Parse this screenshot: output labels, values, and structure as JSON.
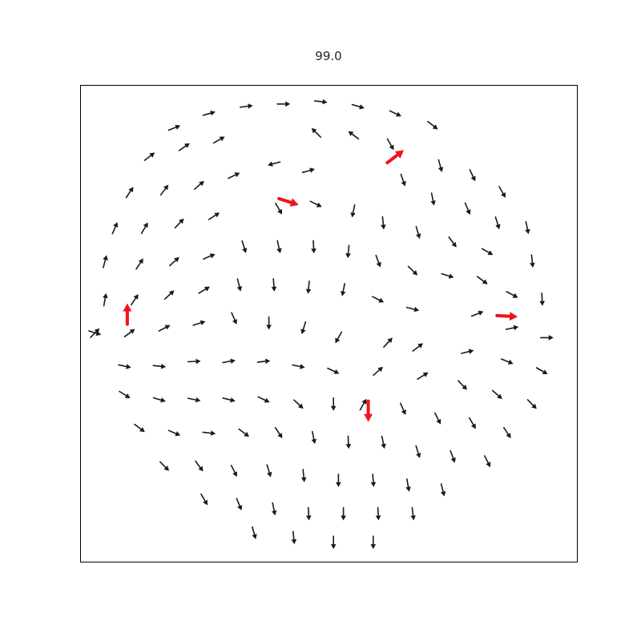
{
  "chart_data": {
    "type": "scatter",
    "subtype": "quiver",
    "title": "99.0",
    "xlabel": "",
    "ylabel": "",
    "xlim": [
      -1.0,
      1.0
    ],
    "ylim": [
      -1.0,
      1.0
    ],
    "axis_ticks": "hidden",
    "grid": false,
    "legend": "none",
    "colors": {
      "field": "#1a1a1a",
      "highlight": "#f0141e",
      "frame": "#000000",
      "title": "#262626"
    },
    "series": [
      {
        "name": "",
        "color": "#1a1a1a",
        "points": [
          {
            "x": -0.62,
            "y": 0.82,
            "u": 0.93,
            "v": 0.37
          },
          {
            "x": -0.48,
            "y": 0.88,
            "u": 0.96,
            "v": 0.27
          },
          {
            "x": -0.33,
            "y": 0.91,
            "u": 0.99,
            "v": 0.13
          },
          {
            "x": -0.18,
            "y": 0.92,
            "u": 1.0,
            "v": 0.0
          },
          {
            "x": -0.03,
            "y": 0.93,
            "u": 0.99,
            "v": -0.12
          },
          {
            "x": 0.12,
            "y": 0.91,
            "u": 0.96,
            "v": -0.28
          },
          {
            "x": 0.27,
            "y": 0.88,
            "u": 0.9,
            "v": -0.43
          },
          {
            "x": 0.42,
            "y": 0.83,
            "u": 0.78,
            "v": -0.62
          },
          {
            "x": -0.72,
            "y": 0.7,
            "u": 0.8,
            "v": 0.6
          },
          {
            "x": -0.58,
            "y": 0.74,
            "u": 0.82,
            "v": 0.57
          },
          {
            "x": -0.44,
            "y": 0.77,
            "u": 0.87,
            "v": 0.49
          },
          {
            "x": -0.05,
            "y": 0.8,
            "u": -0.71,
            "v": 0.71
          },
          {
            "x": 0.1,
            "y": 0.79,
            "u": -0.8,
            "v": 0.6
          },
          {
            "x": 0.25,
            "y": 0.75,
            "u": 0.5,
            "v": -0.87
          },
          {
            "x": 0.45,
            "y": 0.66,
            "u": 0.26,
            "v": -0.97
          },
          {
            "x": 0.58,
            "y": 0.62,
            "u": 0.42,
            "v": -0.91
          },
          {
            "x": 0.7,
            "y": 0.55,
            "u": 0.5,
            "v": -0.87
          },
          {
            "x": -0.8,
            "y": 0.55,
            "u": 0.55,
            "v": 0.83
          },
          {
            "x": -0.66,
            "y": 0.56,
            "u": 0.6,
            "v": 0.8
          },
          {
            "x": -0.52,
            "y": 0.58,
            "u": 0.75,
            "v": 0.66
          },
          {
            "x": -0.38,
            "y": 0.62,
            "u": 0.9,
            "v": 0.43
          },
          {
            "x": -0.22,
            "y": 0.67,
            "u": -0.97,
            "v": -0.26
          },
          {
            "x": -0.08,
            "y": 0.64,
            "u": 0.96,
            "v": 0.27
          },
          {
            "x": 0.3,
            "y": 0.6,
            "u": 0.34,
            "v": -0.94
          },
          {
            "x": 0.42,
            "y": 0.52,
            "u": 0.2,
            "v": -0.98
          },
          {
            "x": 0.56,
            "y": 0.48,
            "u": 0.38,
            "v": -0.92
          },
          {
            "x": 0.68,
            "y": 0.42,
            "u": 0.3,
            "v": -0.95
          },
          {
            "x": 0.8,
            "y": 0.4,
            "u": 0.2,
            "v": -0.98
          },
          {
            "x": -0.86,
            "y": 0.4,
            "u": 0.4,
            "v": 0.92
          },
          {
            "x": -0.74,
            "y": 0.4,
            "u": 0.5,
            "v": 0.87
          },
          {
            "x": -0.6,
            "y": 0.42,
            "u": 0.69,
            "v": 0.72
          },
          {
            "x": -0.46,
            "y": 0.45,
            "u": 0.85,
            "v": 0.53
          },
          {
            "x": -0.2,
            "y": 0.48,
            "u": 0.5,
            "v": -0.87
          },
          {
            "x": -0.05,
            "y": 0.5,
            "u": 0.9,
            "v": -0.44
          },
          {
            "x": 0.1,
            "y": 0.47,
            "u": -0.2,
            "v": -0.98
          },
          {
            "x": 0.22,
            "y": 0.42,
            "u": 0.1,
            "v": -1.0
          },
          {
            "x": 0.36,
            "y": 0.38,
            "u": 0.28,
            "v": -0.96
          },
          {
            "x": 0.5,
            "y": 0.34,
            "u": 0.6,
            "v": -0.8
          },
          {
            "x": 0.64,
            "y": 0.3,
            "u": 0.87,
            "v": -0.5
          },
          {
            "x": 0.82,
            "y": 0.26,
            "u": 0.1,
            "v": -0.99
          },
          {
            "x": -0.9,
            "y": 0.26,
            "u": 0.26,
            "v": 0.97
          },
          {
            "x": -0.76,
            "y": 0.25,
            "u": 0.55,
            "v": 0.83
          },
          {
            "x": -0.62,
            "y": 0.26,
            "u": 0.74,
            "v": 0.67
          },
          {
            "x": -0.48,
            "y": 0.28,
            "u": 0.92,
            "v": 0.38
          },
          {
            "x": -0.34,
            "y": 0.32,
            "u": 0.3,
            "v": -0.95
          },
          {
            "x": -0.2,
            "y": 0.32,
            "u": 0.22,
            "v": -0.97
          },
          {
            "x": -0.06,
            "y": 0.32,
            "u": 0.05,
            "v": -1.0
          },
          {
            "x": 0.08,
            "y": 0.3,
            "u": -0.1,
            "v": -1.0
          },
          {
            "x": 0.2,
            "y": 0.26,
            "u": 0.35,
            "v": -0.94
          },
          {
            "x": 0.34,
            "y": 0.22,
            "u": 0.72,
            "v": -0.69
          },
          {
            "x": 0.48,
            "y": 0.2,
            "u": 0.95,
            "v": -0.3
          },
          {
            "x": 0.62,
            "y": 0.18,
            "u": 0.8,
            "v": -0.6
          },
          {
            "x": 0.74,
            "y": 0.12,
            "u": 0.88,
            "v": -0.47
          },
          {
            "x": 0.86,
            "y": 0.1,
            "u": 0.05,
            "v": -1.0
          },
          {
            "x": -0.9,
            "y": 0.1,
            "u": 0.17,
            "v": 0.99
          },
          {
            "x": -0.78,
            "y": 0.1,
            "u": 0.55,
            "v": 0.83
          },
          {
            "x": -0.64,
            "y": 0.12,
            "u": 0.74,
            "v": 0.67
          },
          {
            "x": -0.5,
            "y": 0.14,
            "u": 0.86,
            "v": 0.51
          },
          {
            "x": -0.36,
            "y": 0.16,
            "u": 0.25,
            "v": -0.97
          },
          {
            "x": -0.22,
            "y": 0.16,
            "u": 0.08,
            "v": -1.0
          },
          {
            "x": -0.08,
            "y": 0.15,
            "u": -0.1,
            "v": -1.0
          },
          {
            "x": 0.06,
            "y": 0.14,
            "u": -0.2,
            "v": -0.98
          },
          {
            "x": 0.2,
            "y": 0.1,
            "u": 0.9,
            "v": -0.44
          },
          {
            "x": 0.34,
            "y": 0.06,
            "u": 0.97,
            "v": -0.24
          },
          {
            "x": 0.6,
            "y": 0.04,
            "u": 0.93,
            "v": 0.37
          },
          {
            "x": 0.74,
            "y": -0.02,
            "u": 0.98,
            "v": 0.2
          },
          {
            "x": 0.88,
            "y": -0.06,
            "u": 1.0,
            "v": 0.0
          },
          {
            "x": -0.94,
            "y": -0.04,
            "u": 0.7,
            "v": 0.71
          },
          {
            "x": -0.8,
            "y": -0.04,
            "u": 0.8,
            "v": 0.6
          },
          {
            "x": -0.66,
            "y": -0.02,
            "u": 0.88,
            "v": 0.47
          },
          {
            "x": -0.52,
            "y": 0.0,
            "u": 0.95,
            "v": 0.3
          },
          {
            "x": -0.38,
            "y": 0.02,
            "u": 0.4,
            "v": -0.92
          },
          {
            "x": -0.24,
            "y": 0.0,
            "u": 0.0,
            "v": -1.0
          },
          {
            "x": -0.1,
            "y": -0.02,
            "u": -0.3,
            "v": -0.95
          },
          {
            "x": 0.04,
            "y": -0.06,
            "u": -0.5,
            "v": -0.87
          },
          {
            "x": 0.24,
            "y": -0.08,
            "u": 0.68,
            "v": 0.73
          },
          {
            "x": 0.36,
            "y": -0.1,
            "u": 0.8,
            "v": 0.6
          },
          {
            "x": 0.56,
            "y": -0.12,
            "u": 0.97,
            "v": 0.24
          },
          {
            "x": 0.72,
            "y": -0.16,
            "u": 0.93,
            "v": -0.37
          },
          {
            "x": 0.86,
            "y": -0.2,
            "u": 0.86,
            "v": -0.5
          },
          {
            "x": -0.82,
            "y": -0.18,
            "u": 0.97,
            "v": -0.22
          },
          {
            "x": -0.68,
            "y": -0.18,
            "u": 0.99,
            "v": -0.1
          },
          {
            "x": -0.54,
            "y": -0.16,
            "u": 1.0,
            "v": 0.05
          },
          {
            "x": -0.4,
            "y": -0.16,
            "u": 0.98,
            "v": 0.18
          },
          {
            "x": -0.26,
            "y": -0.16,
            "u": 0.99,
            "v": 0.13
          },
          {
            "x": -0.12,
            "y": -0.18,
            "u": 0.98,
            "v": -0.2
          },
          {
            "x": 0.02,
            "y": -0.2,
            "u": 0.9,
            "v": -0.43
          },
          {
            "x": 0.2,
            "y": -0.2,
            "u": 0.75,
            "v": 0.66
          },
          {
            "x": 0.38,
            "y": -0.22,
            "u": 0.85,
            "v": 0.53
          },
          {
            "x": 0.54,
            "y": -0.26,
            "u": 0.7,
            "v": -0.71
          },
          {
            "x": 0.68,
            "y": -0.3,
            "u": 0.75,
            "v": -0.66
          },
          {
            "x": 0.82,
            "y": -0.34,
            "u": 0.7,
            "v": -0.72
          },
          {
            "x": -0.82,
            "y": -0.3,
            "u": 0.85,
            "v": -0.53
          },
          {
            "x": -0.68,
            "y": -0.32,
            "u": 0.96,
            "v": -0.28
          },
          {
            "x": -0.54,
            "y": -0.32,
            "u": 0.98,
            "v": -0.2
          },
          {
            "x": -0.4,
            "y": -0.32,
            "u": 0.97,
            "v": -0.24
          },
          {
            "x": -0.26,
            "y": -0.32,
            "u": 0.9,
            "v": -0.43
          },
          {
            "x": -0.12,
            "y": -0.34,
            "u": 0.73,
            "v": -0.68
          },
          {
            "x": 0.02,
            "y": -0.34,
            "u": 0.0,
            "v": -1.0
          },
          {
            "x": 0.14,
            "y": -0.34,
            "u": 0.5,
            "v": 0.87
          },
          {
            "x": 0.3,
            "y": -0.36,
            "u": 0.4,
            "v": -0.92
          },
          {
            "x": 0.44,
            "y": -0.4,
            "u": 0.45,
            "v": -0.89
          },
          {
            "x": 0.58,
            "y": -0.42,
            "u": 0.5,
            "v": -0.87
          },
          {
            "x": 0.72,
            "y": -0.46,
            "u": 0.55,
            "v": -0.83
          },
          {
            "x": -0.76,
            "y": -0.44,
            "u": 0.8,
            "v": -0.6
          },
          {
            "x": -0.62,
            "y": -0.46,
            "u": 0.92,
            "v": -0.39
          },
          {
            "x": -0.48,
            "y": -0.46,
            "u": 0.99,
            "v": -0.1
          },
          {
            "x": -0.34,
            "y": -0.46,
            "u": 0.8,
            "v": -0.6
          },
          {
            "x": -0.2,
            "y": -0.46,
            "u": 0.55,
            "v": -0.83
          },
          {
            "x": -0.06,
            "y": -0.48,
            "u": 0.2,
            "v": -0.98
          },
          {
            "x": 0.08,
            "y": -0.5,
            "u": 0.05,
            "v": -1.0
          },
          {
            "x": 0.22,
            "y": -0.5,
            "u": 0.2,
            "v": -0.98
          },
          {
            "x": 0.36,
            "y": -0.54,
            "u": 0.3,
            "v": -0.95
          },
          {
            "x": 0.5,
            "y": -0.56,
            "u": 0.35,
            "v": -0.94
          },
          {
            "x": 0.64,
            "y": -0.58,
            "u": 0.45,
            "v": -0.89
          },
          {
            "x": -0.66,
            "y": -0.6,
            "u": 0.7,
            "v": -0.71
          },
          {
            "x": -0.52,
            "y": -0.6,
            "u": 0.6,
            "v": -0.8
          },
          {
            "x": -0.38,
            "y": -0.62,
            "u": 0.45,
            "v": -0.89
          },
          {
            "x": -0.24,
            "y": -0.62,
            "u": 0.3,
            "v": -0.95
          },
          {
            "x": -0.1,
            "y": -0.64,
            "u": 0.1,
            "v": -0.99
          },
          {
            "x": 0.04,
            "y": -0.66,
            "u": 0.0,
            "v": -1.0
          },
          {
            "x": 0.18,
            "y": -0.66,
            "u": 0.08,
            "v": -1.0
          },
          {
            "x": 0.32,
            "y": -0.68,
            "u": 0.18,
            "v": -0.98
          },
          {
            "x": 0.46,
            "y": -0.7,
            "u": 0.25,
            "v": -0.97
          },
          {
            "x": -0.5,
            "y": -0.74,
            "u": 0.5,
            "v": -0.87
          },
          {
            "x": -0.36,
            "y": -0.76,
            "u": 0.38,
            "v": -0.92
          },
          {
            "x": -0.22,
            "y": -0.78,
            "u": 0.2,
            "v": -0.98
          },
          {
            "x": -0.08,
            "y": -0.8,
            "u": 0.05,
            "v": -1.0
          },
          {
            "x": 0.06,
            "y": -0.8,
            "u": 0.0,
            "v": -1.0
          },
          {
            "x": 0.2,
            "y": -0.8,
            "u": 0.05,
            "v": -1.0
          },
          {
            "x": 0.34,
            "y": -0.8,
            "u": 0.12,
            "v": -0.99
          },
          {
            "x": -0.3,
            "y": -0.88,
            "u": 0.28,
            "v": -0.96
          },
          {
            "x": -0.14,
            "y": -0.9,
            "u": 0.1,
            "v": -1.0
          },
          {
            "x": 0.02,
            "y": -0.92,
            "u": 0.0,
            "v": -1.0
          },
          {
            "x": 0.18,
            "y": -0.92,
            "u": 0.0,
            "v": -1.0
          },
          {
            "x": -0.94,
            "y": -0.04,
            "u": 0.95,
            "v": -0.3
          }
        ]
      },
      {
        "name": "",
        "color": "#f0141e",
        "points": [
          {
            "x": -0.16,
            "y": 0.51,
            "u": 0.95,
            "v": -0.3
          },
          {
            "x": 0.27,
            "y": 0.7,
            "u": 0.8,
            "v": 0.6
          },
          {
            "x": -0.81,
            "y": 0.04,
            "u": 0.0,
            "v": 1.0
          },
          {
            "x": 0.72,
            "y": 0.03,
            "u": 1.0,
            "v": -0.05
          },
          {
            "x": 0.16,
            "y": -0.37,
            "u": 0.0,
            "v": -1.0
          }
        ]
      }
    ]
  }
}
